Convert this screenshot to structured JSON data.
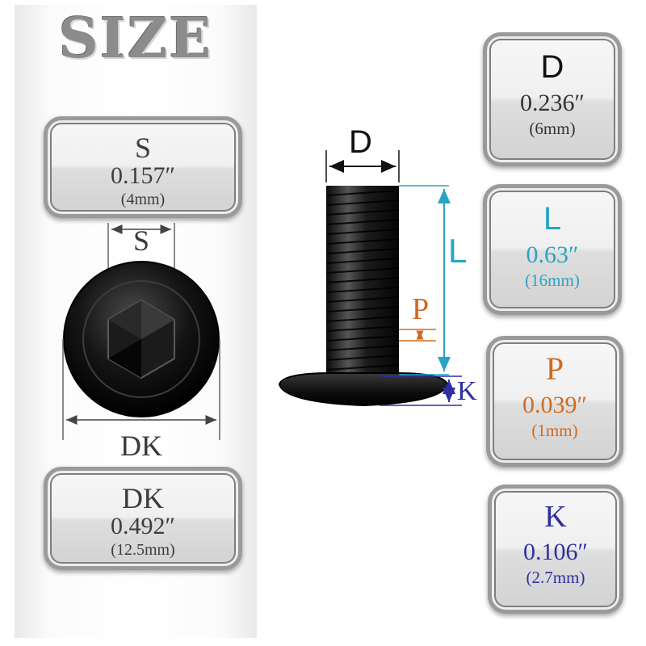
{
  "title": "SIZE",
  "colors": {
    "d": "#111111",
    "l": "#2aa3c2",
    "p": "#d06a1e",
    "k": "#2f2fa3",
    "s": "#3d3d3d",
    "dk": "#3d3d3d"
  },
  "specs": {
    "s": {
      "letter": "S",
      "inch": "0.157″",
      "mm": "(4mm)"
    },
    "dk": {
      "letter": "DK",
      "inch": "0.492″",
      "mm": "(12.5mm)"
    },
    "d": {
      "letter": "D",
      "inch": "0.236″",
      "mm": "(6mm)"
    },
    "l": {
      "letter": "L",
      "inch": "0.63″",
      "mm": "(16mm)"
    },
    "p": {
      "letter": "P",
      "inch": "0.039″",
      "mm": "(1mm)"
    },
    "k": {
      "letter": "K",
      "inch": "0.106″",
      "mm": "(2.7mm)"
    }
  },
  "diagram_labels": {
    "s": "S",
    "dk": "DK",
    "d": "D",
    "l": "L",
    "p": "P",
    "k": "K"
  },
  "icons": {
    "head_view": "screw-head-hex-socket-icon",
    "side_view": "button-head-screw-icon"
  }
}
